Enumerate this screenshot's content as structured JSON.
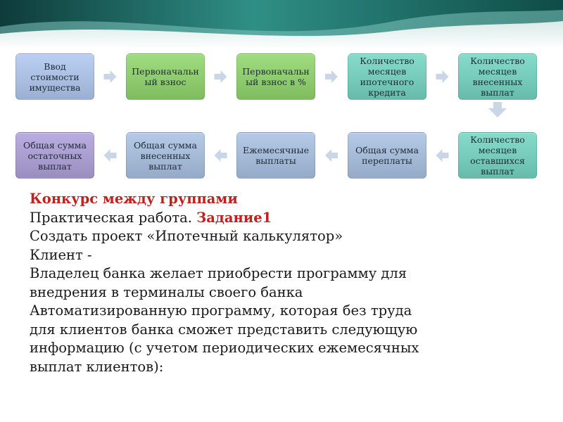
{
  "colors": {
    "blue": "#a9bde0",
    "green": "#8dca6e",
    "teal": "#74c9b8",
    "steel": "#a2b8d4",
    "purple": "#a89bcd",
    "arrow": "#c9d6e8",
    "header_teal": "#2f8f86"
  },
  "diagram": {
    "row1": [
      {
        "label": "Ввод стоимости имущества",
        "color": "blue"
      },
      {
        "label": "Первоначальный взнос",
        "color": "green"
      },
      {
        "label": "Первоначальный взнос в %",
        "color": "green"
      },
      {
        "label": "Количество месяцев ипотечного кредита",
        "color": "teal"
      },
      {
        "label": "Количество месяцев внесенных выплат",
        "color": "teal"
      }
    ],
    "row2": [
      {
        "label": "Общая сумма остаточных выплат",
        "color": "purple"
      },
      {
        "label": "Общая сумма внесенных выплат",
        "color": "steel"
      },
      {
        "label": "Ежемесячные выплаты",
        "color": "steel"
      },
      {
        "label": "Общая сумма переплаты",
        "color": "steel"
      },
      {
        "label": "Количество месяцев оставшихся выплат",
        "color": "teal"
      }
    ]
  },
  "text": {
    "title": "Конкурс между группами",
    "practical_prefix": "Практическая работа. ",
    "task": "Задание1",
    "line3": "Создать проект «Ипотечный калькулятор»",
    "line4": "Клиент -",
    "para": [
      "Владелец банка желает приобрести программу для",
      "внедрения в терминалы своего банка",
      "Автоматизированную программу, которая без труда",
      "для клиентов банка сможет представить следующую",
      "информацию (с учетом периодических ежемесячных",
      "выплат клиентов):"
    ]
  }
}
